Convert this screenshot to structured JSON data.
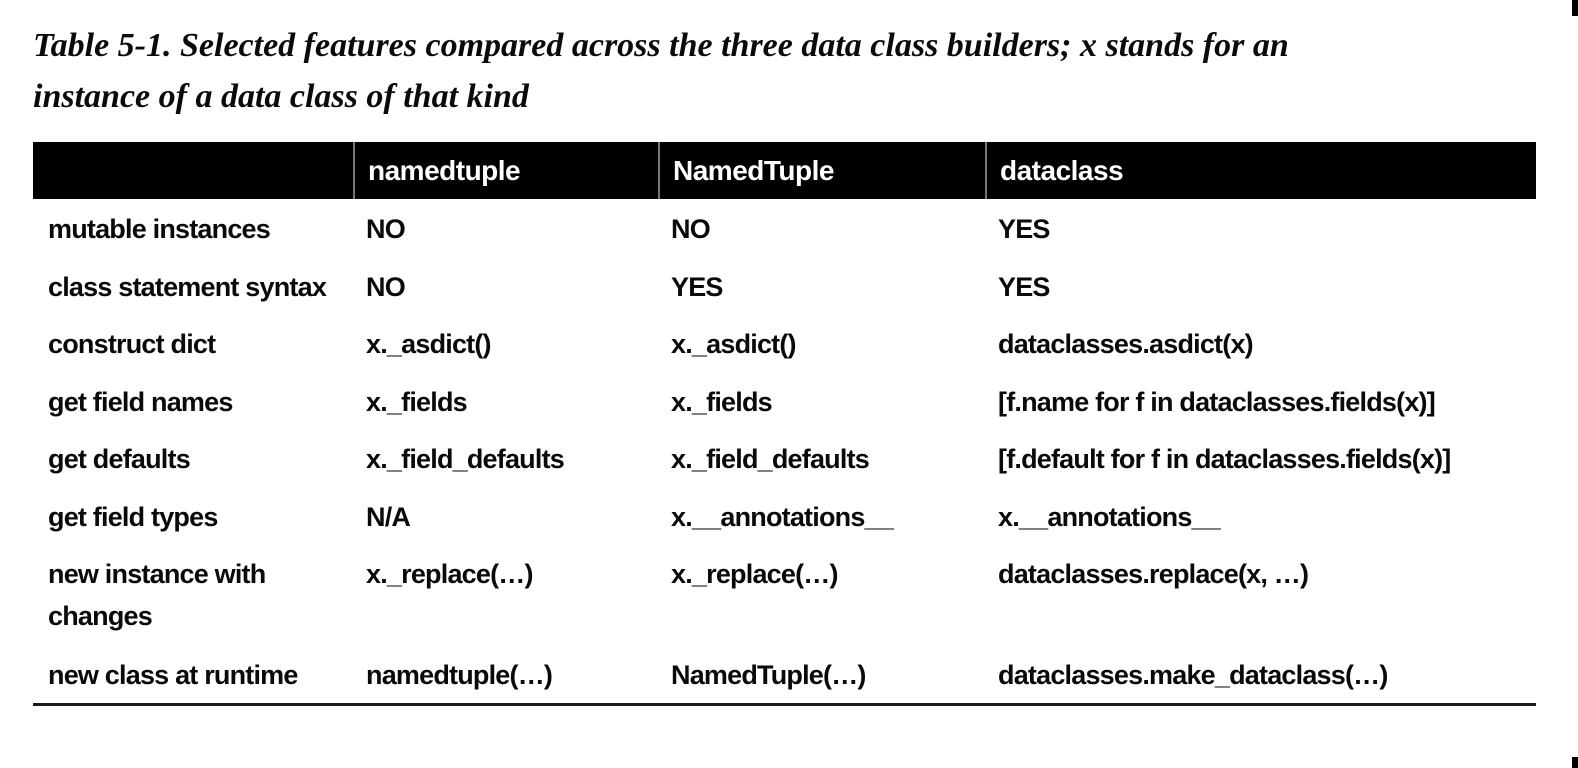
{
  "caption": {
    "lines": [
      "Table 5-1. Selected features compared across the three data class builders; x stands for an",
      "instance of a data class of that kind"
    ]
  },
  "table": {
    "headers": [
      "",
      "namedtuple",
      "NamedTuple",
      "dataclass"
    ],
    "rows": [
      [
        "mutable instances",
        "NO",
        "NO",
        "YES"
      ],
      [
        "class statement syntax",
        "NO",
        "YES",
        "YES"
      ],
      [
        "construct dict",
        "x._asdict()",
        "x._asdict()",
        "dataclasses.asdict(x)"
      ],
      [
        "get field names",
        "x._fields",
        "x._fields",
        "[f.name for f in dataclasses.fields(x)]"
      ],
      [
        "get defaults",
        "x._field_defaults",
        "x._field_defaults",
        "[f.default for f in dataclasses.fields(x)]"
      ],
      [
        "get field types",
        "N/A",
        "x.__annotations__",
        "x.__annotations__"
      ],
      [
        "new instance with changes",
        "x._replace(…)",
        "x._replace(…)",
        "dataclasses.replace(x, …)"
      ],
      [
        "new class at runtime",
        "namedtuple(…)",
        "NamedTuple(…)",
        "dataclasses.make_dataclass(…)"
      ]
    ]
  },
  "colors": {
    "header_bg": "#000000",
    "header_text": "#ffffff",
    "body_text": "#0a0a0a",
    "header_separator": "#777777",
    "bottom_rule": "#1b1b1b"
  }
}
